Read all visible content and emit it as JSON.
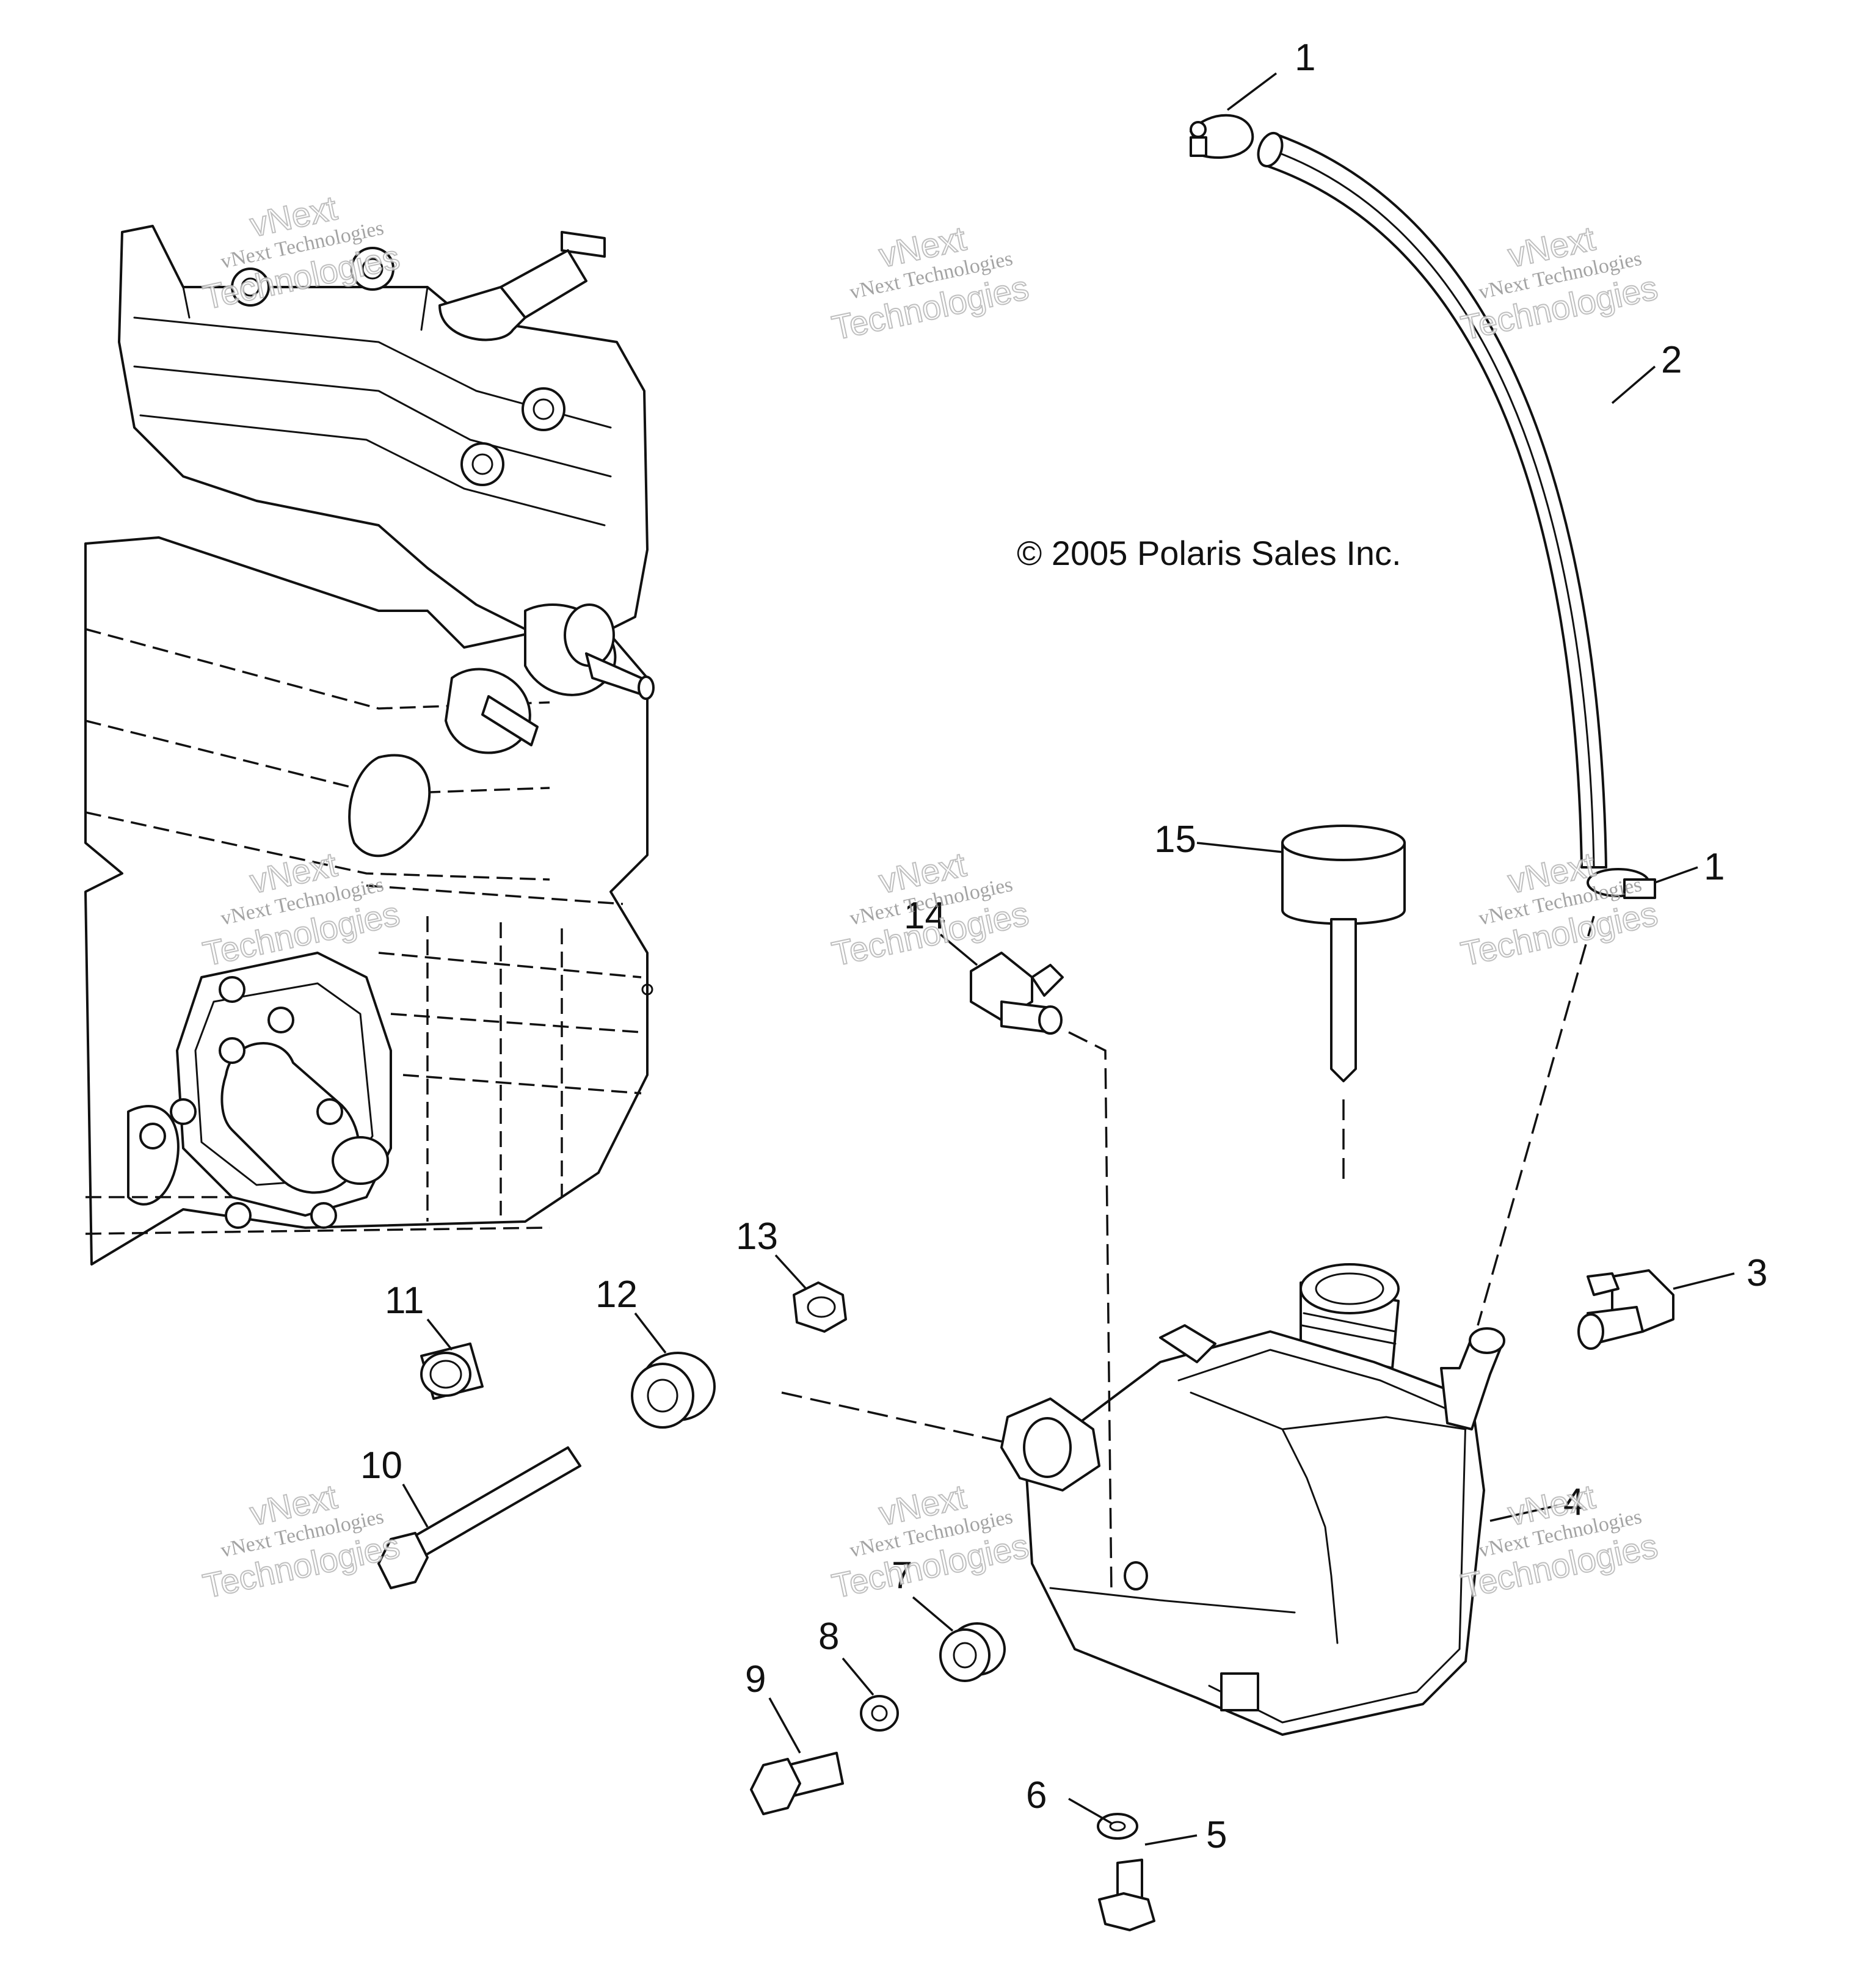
{
  "copyright": "© 2005 Polaris Sales Inc.",
  "watermark": {
    "line1": "vNext Technologies",
    "line2": "vNext",
    "line3": "Technologies"
  },
  "callouts": {
    "c1a": "1",
    "c1b": "1",
    "c2": "2",
    "c3": "3",
    "c4": "4",
    "c5": "5",
    "c6": "6",
    "c7": "7",
    "c8": "8",
    "c9": "9",
    "c10": "10",
    "c11": "11",
    "c12": "12",
    "c13": "13",
    "c14": "14",
    "c15": "15"
  }
}
